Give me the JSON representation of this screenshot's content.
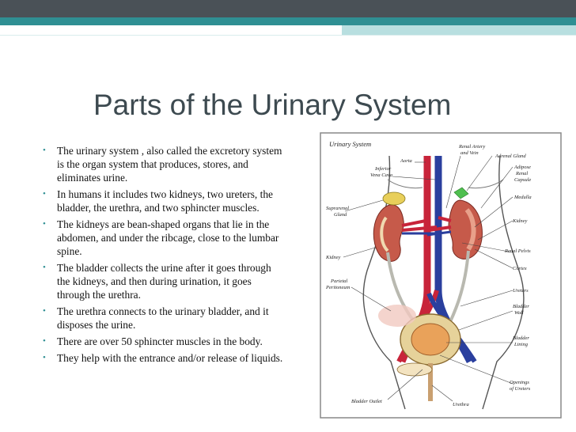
{
  "slide": {
    "title": "Parts of the Urinary System",
    "bullets": [
      "The urinary system , also called the excretory system is the organ system that produces, stores, and eliminates urine.",
      "In humans it includes two kidneys, two ureters, the bladder, the urethra, and two sphincter muscles.",
      "The kidneys are bean-shaped organs that lie in the abdomen, and under the ribcage, close to the lumbar spine.",
      "The bladder collects the urine after it goes through the kidneys, and then during urination, it goes through the urethra.",
      "The urethra connects to the urinary bladder, and it disposes the urine.",
      "There are over 50 sphincter muscles in the body.",
      "They help with the entrance and/or release of liquids."
    ],
    "bullet_glyph": "•"
  },
  "diagram": {
    "title": "Urinary System",
    "labels": {
      "aorta": "Aorta",
      "inferior_vena_cava_1": "Inferior",
      "inferior_vena_cava_2": "Vena Cava",
      "renal_artery_1": "Renal Artery",
      "renal_artery_2": "and Vein",
      "adrenal_gland": "Adrenal Gland",
      "adipose_capsule_1": "Adipose",
      "adipose_capsule_2": "Renal",
      "adipose_capsule_3": "Capsule",
      "medulla": "Medulla",
      "kidney_right": "Kidney",
      "suprarenal_1": "Suprarenal",
      "suprarenal_2": "Gland",
      "renal_pelvis": "Renal Pelvis",
      "kidney_left": "Kidney",
      "cortex": "Cortex",
      "parietal_1": "Parietal",
      "parietal_2": "Peritoneum",
      "ureters": "Ureters",
      "bladder_wall_1": "Bladder",
      "bladder_wall_2": "Wall",
      "bladder_lining_1": "Bladder",
      "bladder_lining_2": "Lining",
      "openings_1": "Openings",
      "openings_2": "of Ureters",
      "bladder_outlet": "Bladder Outlet",
      "urethra": "Urethra"
    }
  },
  "colors": {
    "accent": "#2f8f93",
    "title_text": "#3d4a50",
    "artery": "#c8243a",
    "vein": "#2a3f9e",
    "kidney": "#c65a4a"
  }
}
